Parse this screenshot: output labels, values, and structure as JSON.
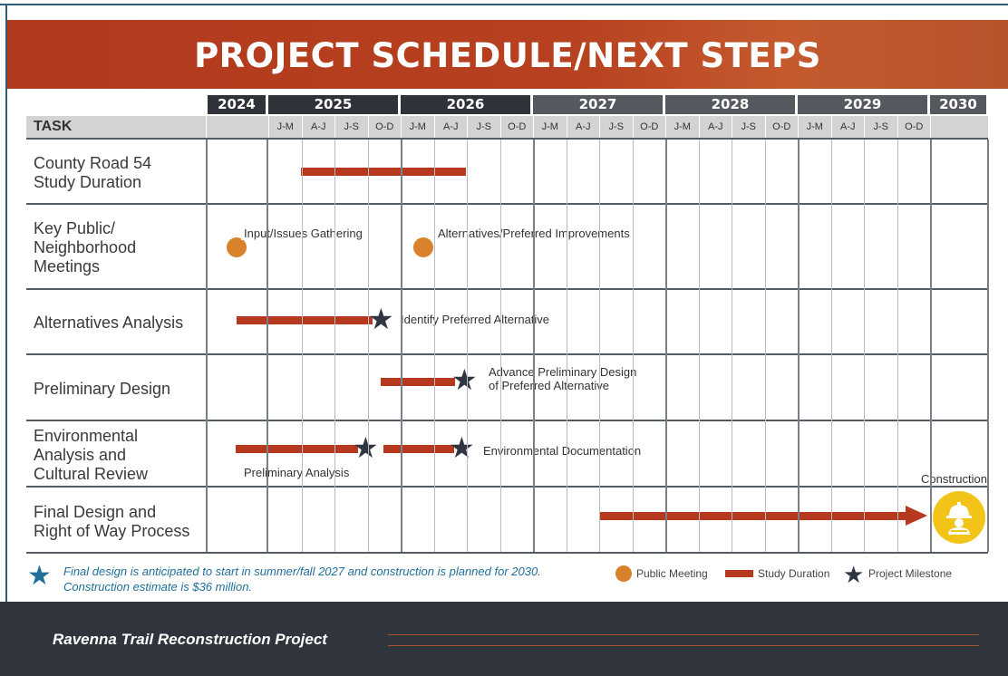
{
  "title": "PROJECT SCHEDULE/NEXT STEPS",
  "years": [
    "2024",
    "2025",
    "2026",
    "2027",
    "2028",
    "2029",
    "2030"
  ],
  "task_header": "TASK",
  "quarters": [
    "J-M",
    "A-J",
    "J-S",
    "O-D"
  ],
  "tasks": [
    {
      "label": "County Road 54\nStudy Duration"
    },
    {
      "label": "Key Public/\nNeighborhood\nMeetings"
    },
    {
      "label": "Alternatives Analysis"
    },
    {
      "label": "Preliminary Design"
    },
    {
      "label": "Environmental\nAnalysis and\nCultural Review"
    },
    {
      "label": "Final Design and\nRight of Way Process"
    }
  ],
  "annotations": {
    "input_issues": "Input/Issues Gathering",
    "alternatives_pref": "Alternatives/Preferred Improvements",
    "identify_pref": "Identify Preferred Alternative",
    "advance_prelim": "Advance Preliminary Design\nof Preferred Alternative",
    "prelim_analysis": "Preliminary Analysis",
    "env_doc": "Environmental Documentation",
    "construction": "Construction"
  },
  "footnote": "Final design is anticipated to start in summer/fall 2027 and construction is planned for 2030.\nConstruction estimate is $36 million.",
  "legend": {
    "public_meeting": "Public Meeting",
    "study_duration": "Study Duration",
    "project_milestone": "Project Milestone"
  },
  "footer": "Ravenna Trail Reconstruction Project",
  "icons": [
    "star-icon",
    "construction-worker-icon"
  ],
  "colors": {
    "banner": "#b23a1d",
    "bar": "#b6391f",
    "meeting": "#d9822b",
    "milestone": "#2f3642",
    "construction": "#f2c418",
    "footnote": "#1f6f9a",
    "footer_bg": "#30353d"
  }
}
